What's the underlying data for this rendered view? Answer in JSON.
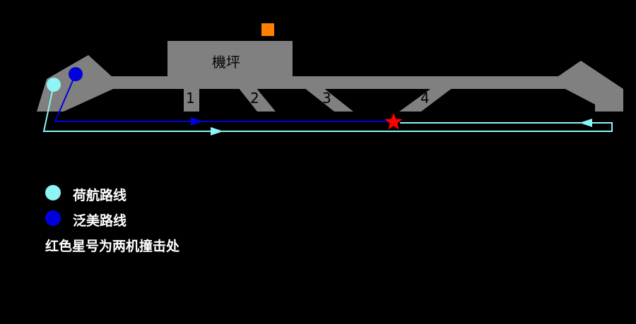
{
  "diagram": {
    "apron_label": "機坪",
    "exit_labels": [
      "1",
      "2",
      "3",
      "4"
    ],
    "colors": {
      "background": "#000000",
      "airport_structure": "#808080",
      "klm_route": "#8ef4f4",
      "panam_route": "#0000dd",
      "collision_marker": "#ff0000",
      "tower": "#ff7f00"
    },
    "markers": {
      "collision": "star-icon",
      "tower": "square-icon",
      "direction": "arrow-icon"
    }
  },
  "legend": {
    "klm_label": "荷航路线",
    "panam_label": "泛美路线",
    "note": "红色星号为两机撞击处"
  }
}
